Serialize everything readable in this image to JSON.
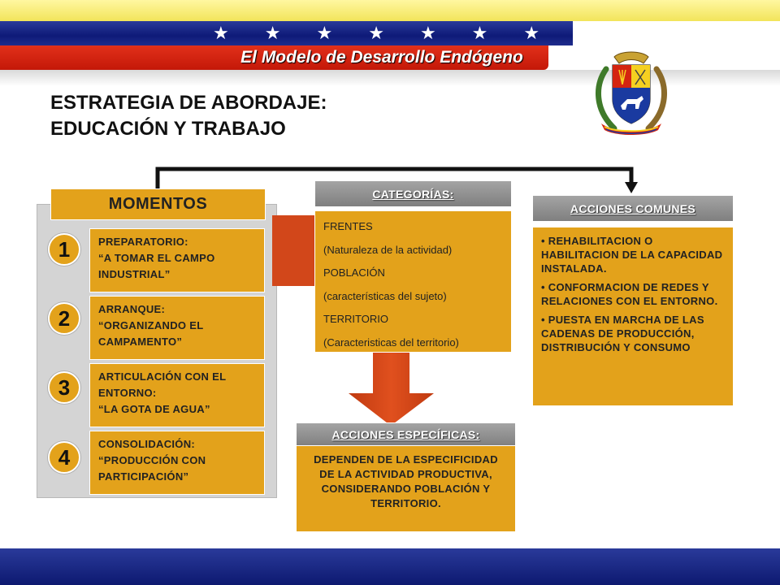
{
  "header": {
    "stars": [
      "★",
      "★",
      "★",
      "★",
      "★",
      "★",
      "★"
    ],
    "title": "El Modelo de Desarrollo Endógeno"
  },
  "page_title": {
    "line1": "ESTRATEGIA DE ABORDAJE:",
    "line2": "EDUCACIÓN Y TRABAJO"
  },
  "momentos": {
    "header": "MOMENTOS",
    "steps": [
      {
        "number": "1",
        "lines": [
          "PREPARATORIO:",
          "“A TOMAR EL CAMPO",
          "INDUSTRIAL”"
        ]
      },
      {
        "number": "2",
        "lines": [
          "ARRANQUE:",
          "“ORGANIZANDO EL",
          "CAMPAMENTO”"
        ]
      },
      {
        "number": "3",
        "lines": [
          "ARTICULACIÓN CON EL",
          "ENTORNO:",
          "“LA GOTA DE AGUA”"
        ]
      },
      {
        "number": "4",
        "lines": [
          "CONSOLIDACIÓN:",
          "“PRODUCCIÓN CON",
          "PARTICIPACIÓN”"
        ]
      }
    ]
  },
  "categorias": {
    "header": "CATEGORÍAS:",
    "items": [
      "FRENTES",
      "(Naturaleza de la actividad)",
      "POBLACIÓN",
      "(características del sujeto)",
      "TERRITORIO",
      "(Caracteristicas del territorio)"
    ]
  },
  "acciones_especificas": {
    "header": "ACCIONES ESPECÍFICAS:",
    "body": "DEPENDEN DE LA ESPECIFICIDAD DE LA ACTIVIDAD PRODUCTIVA, CONSIDERANDO POBLACIÓN Y TERRITORIO."
  },
  "acciones_comunes": {
    "header": "ACCIONES COMUNES",
    "items": [
      "• REHABILITACION O HABILITACION DE LA CAPACIDAD INSTALADA.",
      "• CONFORMACION DE REDES Y RELACIONES CON EL ENTORNO.",
      "• PUESTA EN MARCHA DE LAS CADENAS DE PRODUCCIÓN, DISTRIBUCIÓN Y CONSUMO"
    ]
  },
  "colors": {
    "box_fill": "#e3a21b",
    "red_band": "#d42410",
    "blue_band": "#1a2a8a",
    "yellow_band": "#f5e870",
    "arrow": "#d2471a"
  },
  "icons": {
    "coat_of_arms": "coat-of-arms-icon"
  }
}
